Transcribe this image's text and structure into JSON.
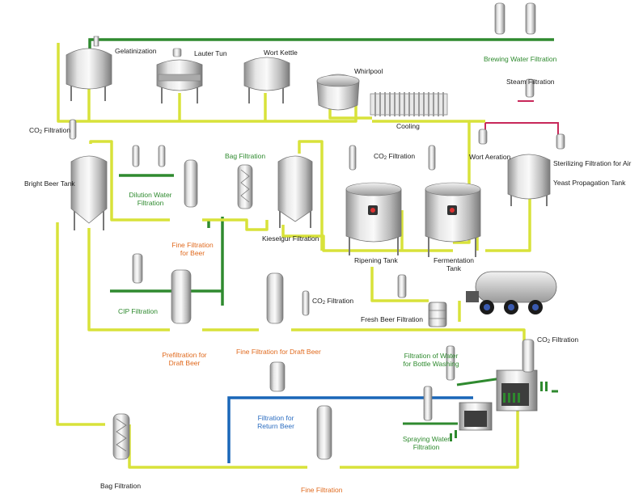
{
  "labels": {
    "gelatinization": "Gelatinization",
    "lauter_tun": "Lauter Tun",
    "wort_kettle": "Wort Kettle",
    "whirlpool": "Whirlpool",
    "cooling": "Cooling",
    "brewing_water_filtration": "Brewing Water Filtration",
    "steam_filtration": "Steam Filtration",
    "co2_filtration_left_pre": "CO",
    "co2_filtration_left_sub": "2",
    "co2_filtration_left_post": " Filtration",
    "bright_beer_tank": "Bright Beer Tank",
    "dilution_water_filtration_1": "Dilution Water",
    "dilution_water_filtration_2": "Filtration",
    "bag_filtration_top": "Bag Filtration",
    "fine_filtration_beer_1": "Fine Filtration",
    "fine_filtration_beer_2": "for Beer",
    "kieselgur_filtration": "Kieselgur Filtration",
    "co2_filtration_mid_pre": "CO",
    "co2_filtration_mid_sub": "2",
    "co2_filtration_mid_post": " Filtration",
    "wort_aeration": "Wort Aeration",
    "sterilizing_filtration_air": "Sterilizing Filtration for Air",
    "yeast_propagation_tank": "Yeast Propagation Tank",
    "ripening_tank": "Ripening Tank",
    "fermentation_tank_1": "Fermentation",
    "fermentation_tank_2": "Tank",
    "cip_filtration": "CIP Filtration",
    "co2_filtration_draft_pre": "CO",
    "co2_filtration_draft_sub": "2",
    "co2_filtration_draft_post": " Filtration",
    "fresh_beer_filtration": "Fresh Beer Filtration",
    "prefiltration_draft_1": "Prefiltration for",
    "prefiltration_draft_2": "Draft Beer",
    "fine_filtration_draft": "Fine Filtration for Draft Beer",
    "co2_filtration_right_pre": "CO",
    "co2_filtration_right_sub": "2",
    "co2_filtration_right_post": " Filtration",
    "filtration_water_bottle_1": "Filtration of Water",
    "filtration_water_bottle_2": "for Bottle Washing",
    "filtration_return_beer_1": "Filtration for",
    "filtration_return_beer_2": "Return Beer",
    "spraying_water_filtration_1": "Spraying Water",
    "spraying_water_filtration_2": "Filtration",
    "bag_filtration_bottom": "Bag Filtration",
    "fine_filtration_bottom": "Fine Filtration"
  },
  "colors": {
    "beer_line": "#d8e23a",
    "water_line": "#2f8a2f",
    "steam_line": "#c8285a",
    "return_line": "#1a67b8",
    "label_black": "#1a1a1a",
    "label_green": "#2e8a2e",
    "label_orange": "#e06a1e",
    "label_blue": "#2a6cc0"
  }
}
